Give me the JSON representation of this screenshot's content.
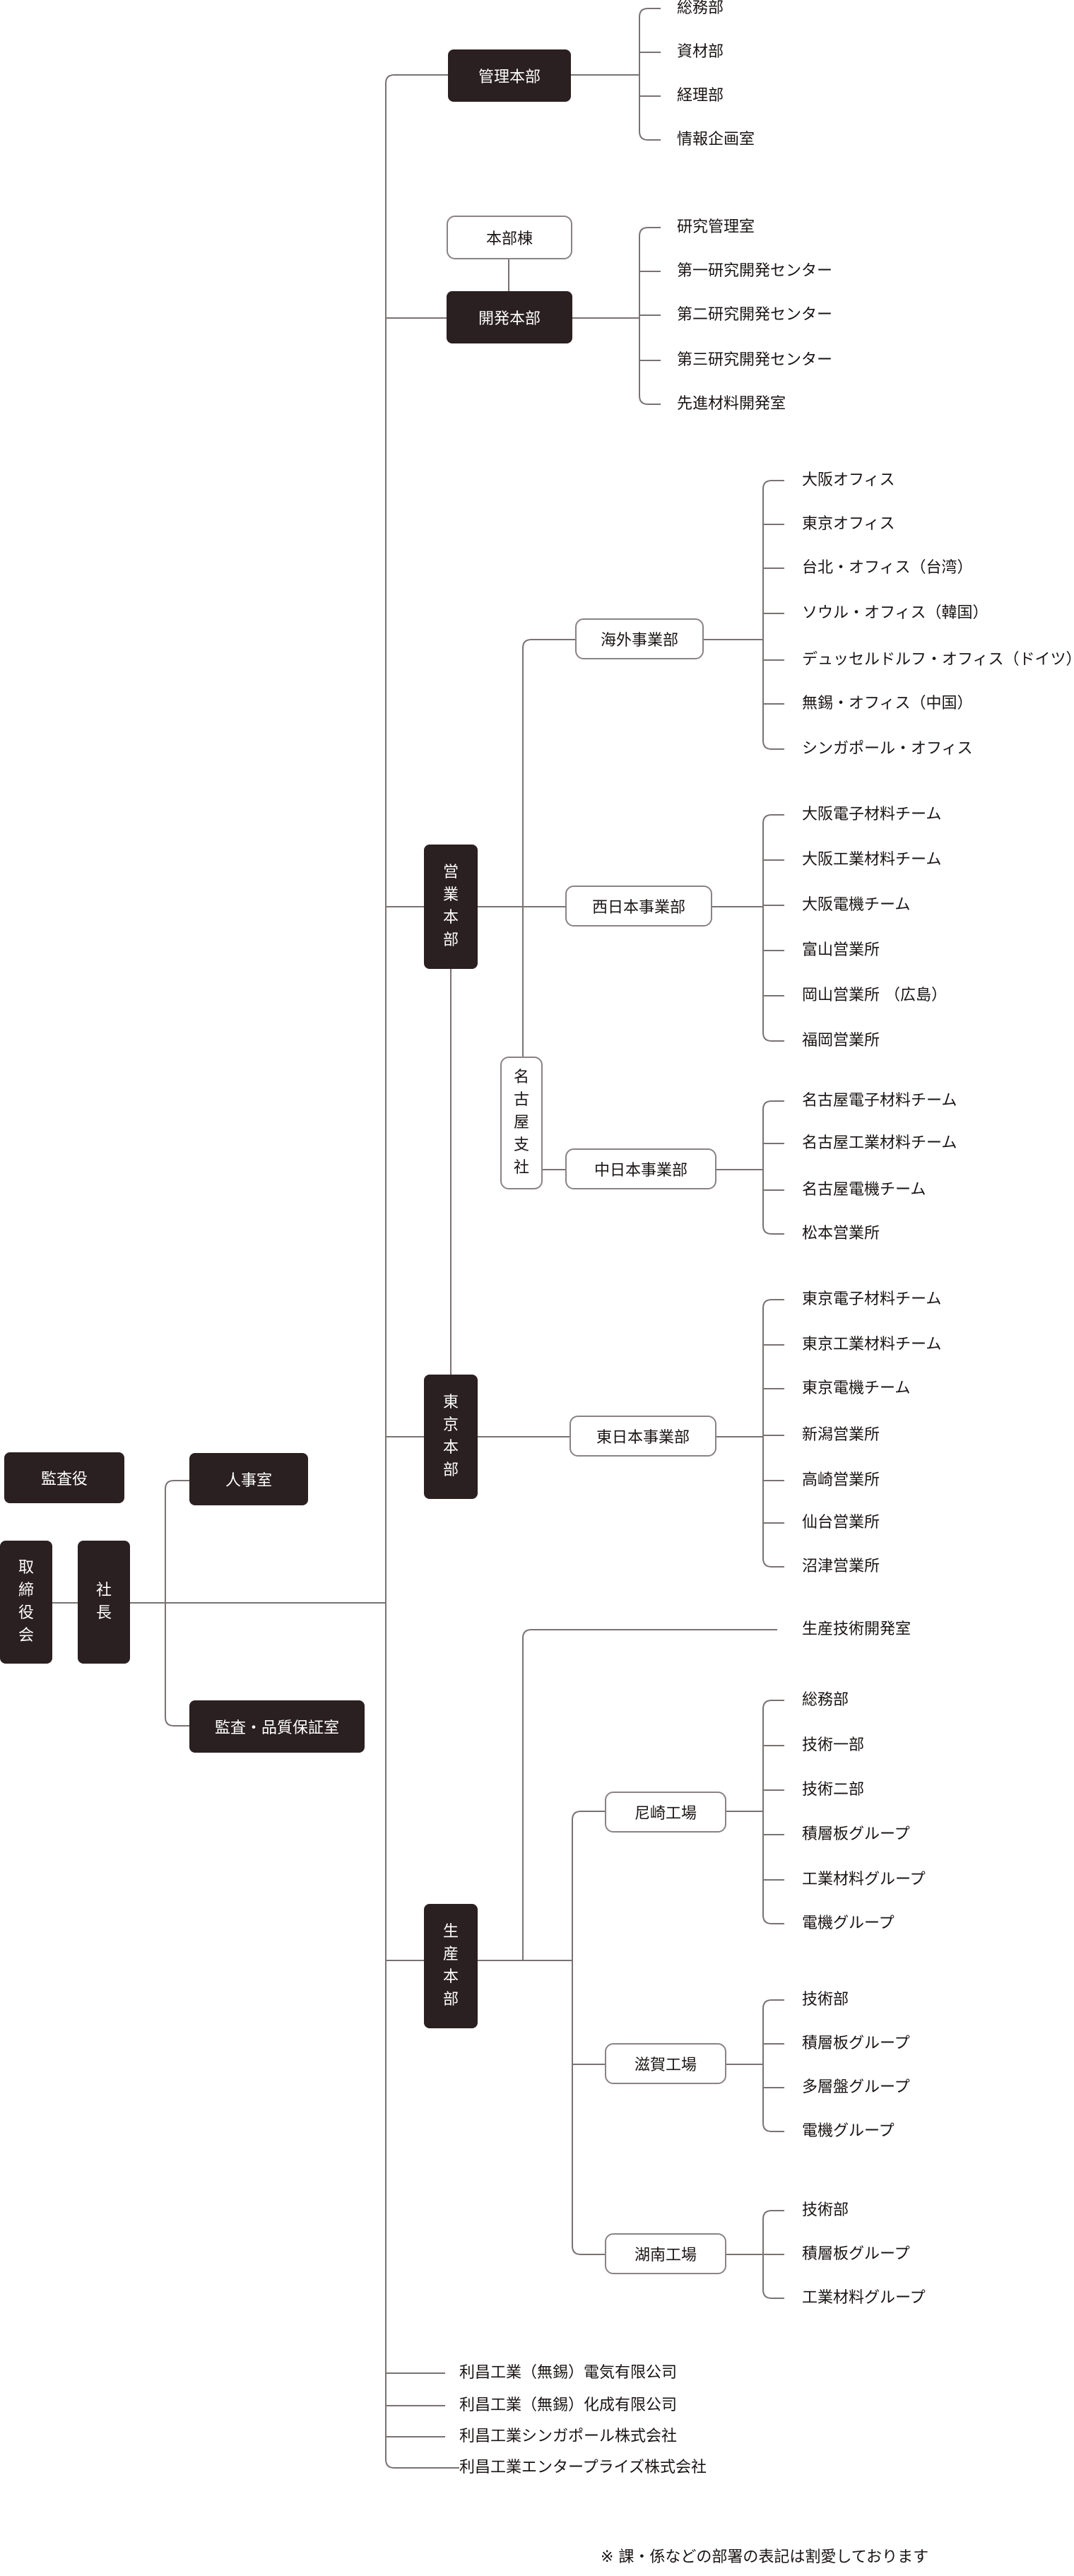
{
  "exec": {
    "audit_board": "監査役",
    "board_chars": [
      "取",
      "締",
      "役",
      "会"
    ],
    "president_chars": [
      "社",
      "長"
    ],
    "hr": "人事室",
    "audit_quality": "監査・品質保証室"
  },
  "kanri": {
    "title": "管理本部",
    "items": [
      "総務部",
      "資材部",
      "経理部",
      "情報企画室"
    ]
  },
  "kaihatsu": {
    "annex": "本部棟",
    "title": "開発本部",
    "items": [
      "研究管理室",
      "第一研究開発センター",
      "第二研究開発センター",
      "第三研究開発センター",
      "先進材料開発室"
    ]
  },
  "eigyo": {
    "title_chars": [
      "営",
      "業",
      "本",
      "部"
    ],
    "nagoya_chars": [
      "名",
      "古",
      "屋",
      "支",
      "社"
    ],
    "overseas": {
      "title": "海外事業部",
      "items": [
        "大阪オフィス",
        "東京オフィス",
        "台北・オフィス（台湾）",
        "ソウル・オフィス（韓国）",
        "デュッセルドルフ・オフィス（ドイツ）",
        "無錫・オフィス（中国）",
        "シンガポール・オフィス"
      ]
    },
    "west": {
      "title": "西日本事業部",
      "items": [
        "大阪電子材料チーム",
        "大阪工業材料チーム",
        "大阪電機チーム",
        "富山営業所",
        "岡山営業所 （広島）",
        "福岡営業所"
      ]
    },
    "central": {
      "title": "中日本事業部",
      "items": [
        "名古屋電子材料チーム",
        "名古屋工業材料チーム",
        "名古屋電機チーム",
        "松本営業所"
      ]
    }
  },
  "tokyo": {
    "title_chars": [
      "東",
      "京",
      "本",
      "部"
    ],
    "east": {
      "title": "東日本事業部",
      "items": [
        "東京電子材料チーム",
        "東京工業材料チーム",
        "東京電機チーム",
        "新潟営業所",
        "高崎営業所",
        "仙台営業所",
        "沼津営業所"
      ]
    }
  },
  "seisan": {
    "title_chars": [
      "生",
      "産",
      "本",
      "部"
    ],
    "tech_dev": "生産技術開発室",
    "amagasaki": {
      "title": "尼崎工場",
      "items": [
        "総務部",
        "技術一部",
        "技術二部",
        "積層板グループ",
        "工業材料グループ",
        "電機グループ"
      ]
    },
    "shiga": {
      "title": "滋賀工場",
      "items": [
        "技術部",
        "積層板グループ",
        "多層盤グループ",
        "電機グループ"
      ]
    },
    "konan": {
      "title": "湖南工場",
      "items": [
        "技術部",
        "積層板グループ",
        "工業材料グループ"
      ]
    }
  },
  "affiliates": [
    "利昌工業（無錫）電気有限公司",
    "利昌工業（無錫）化成有限公司",
    "利昌工業シンガポール株式会社",
    "利昌工業エンタープライズ株式会社"
  ],
  "footnote": "※ 課・係などの部署の表記は割愛しております",
  "colors": {
    "dark_box": "#2a1f21",
    "line": "#7a7272",
    "light_border": "#8a8284",
    "text": "#1a1414"
  }
}
